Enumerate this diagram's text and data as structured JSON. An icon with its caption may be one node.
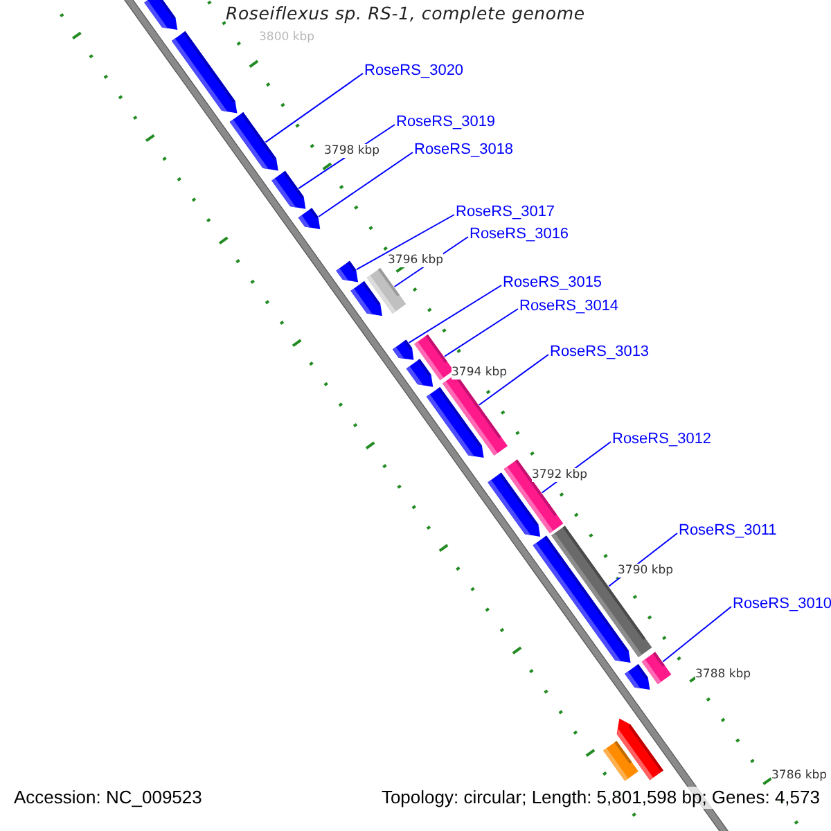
{
  "diagram": {
    "title": "Roseiflexus sp. RS-1, complete genome",
    "nodes": [
      {
        "text": [
          "RoseRS_3020"
        ]
      },
      {
        "text": [
          "RoseRS_3019"
        ]
      },
      {
        "text": [
          "RoseRS_3018"
        ]
      },
      {
        "text": [
          "RoseRS_3017"
        ]
      },
      {
        "text": [
          "RoseRS_3016"
        ]
      },
      {
        "text": [
          "RoseRS_3015"
        ]
      },
      {
        "text": [
          "RoseRS_3014"
        ]
      },
      {
        "text": [
          "RoseRS_3013"
        ]
      },
      {
        "text": [
          "RoseRS_3012"
        ]
      },
      {
        "text": [
          "RoseRS_3011"
        ]
      },
      {
        "text": [
          "RoseRS_3010"
        ]
      },
      {
        "text": [],
        "shape": "arrow"
      },
      {
        "text": [],
        "shape": "arrow"
      },
      {
        "text": [],
        "shape": "arrow"
      },
      {
        "text": [],
        "shape": "arrow"
      },
      {
        "text": [],
        "shape": "arrow"
      },
      {
        "text": [],
        "shape": "arrow"
      },
      {
        "text": [],
        "shape": "arrow"
      },
      {
        "text": [],
        "shape": "bar"
      },
      {
        "text": [],
        "shape": "arrow"
      },
      {
        "text": [],
        "shape": "arrow"
      },
      {
        "text": [],
        "shape": "bar"
      },
      {
        "text": [],
        "shape": "bar"
      },
      {
        "text": [],
        "shape": "arrow"
      },
      {
        "text": [],
        "shape": "arrow"
      },
      {
        "text": [],
        "shape": "bar"
      },
      {
        "text": [],
        "shape": "bar"
      },
      {
        "text": [],
        "shape": "arrow"
      },
      {
        "text": [],
        "shape": "bar"
      },
      {
        "text": [],
        "shape": "arrow"
      },
      {
        "text": [],
        "shape": "arrow"
      },
      {
        "text": [],
        "shape": "bar"
      }
    ],
    "edges": [
      {
        "from": 0,
        "to": 13,
        "arrow": "none"
      },
      {
        "from": 1,
        "to": 14,
        "arrow": "none"
      },
      {
        "from": 2,
        "to": 15,
        "arrow": "none"
      },
      {
        "from": 3,
        "to": 16,
        "arrow": "none"
      },
      {
        "from": 4,
        "to": 18,
        "arrow": "none"
      },
      {
        "from": 5,
        "to": 19,
        "arrow": "none"
      },
      {
        "from": 6,
        "to": 21,
        "arrow": "none"
      },
      {
        "from": 7,
        "to": 22,
        "arrow": "none"
      },
      {
        "from": 8,
        "to": 25,
        "arrow": "none"
      },
      {
        "from": 9,
        "to": 26,
        "arrow": "none"
      },
      {
        "from": 10,
        "to": 28,
        "arrow": "none"
      }
    ],
    "labels": [
      "3800 kbp",
      "3798 kbp",
      "3796 kbp",
      "3794 kbp",
      "3792 kbp",
      "3790 kbp",
      "3788 kbp",
      "3786 kbp",
      "Accession: NC_009523",
      "Topology: circular; Length: 5,801,598 bp; Genes: 4,573"
    ]
  }
}
